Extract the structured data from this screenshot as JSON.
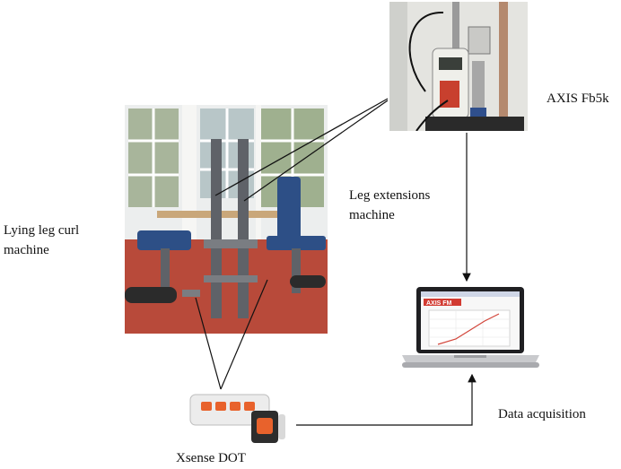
{
  "labels": {
    "axis": "AXIS Fb5k",
    "leg_ext": "Leg extensions\nmachine",
    "leg_curl": "Lying leg curl\nmachine",
    "daq": "Data acquisition",
    "xsense": "Xsense DOT"
  },
  "screen": {
    "logo": "AXIS FM"
  },
  "colors": {
    "floor": "#b84a3a",
    "pad_blue": "#2d4f86",
    "sensor_orange": "#e8622c",
    "frame_gray": "#5f6268",
    "plot_line": "#d2453a"
  }
}
